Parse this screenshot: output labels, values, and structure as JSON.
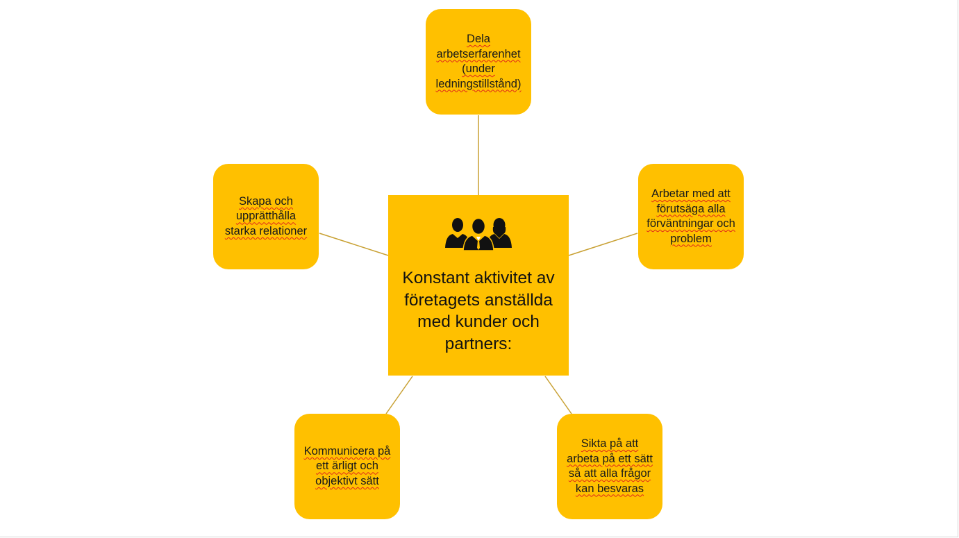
{
  "diagram": {
    "center": {
      "title": "Konstant aktivitet av företagets anställda med kunder och partners:",
      "icon": "people-group-icon"
    },
    "nodes": {
      "top": "Dela arbetserfarenhet (under ledningstillstånd)",
      "left": "Skapa och upprätthålla starka relationer",
      "right": "Arbetar med att förutsäga alla förväntningar och problem",
      "bottom_left": "Kommunicera på ett ärligt och objektivt sätt",
      "bottom_right": "Sikta på att arbeta på ett sätt så att alla frågor kan besvaras"
    },
    "colors": {
      "fill": "#ffc000",
      "connector": "#c8a032",
      "text": "#1a1a1a",
      "spellcheck_underline": "#e0261b"
    }
  }
}
